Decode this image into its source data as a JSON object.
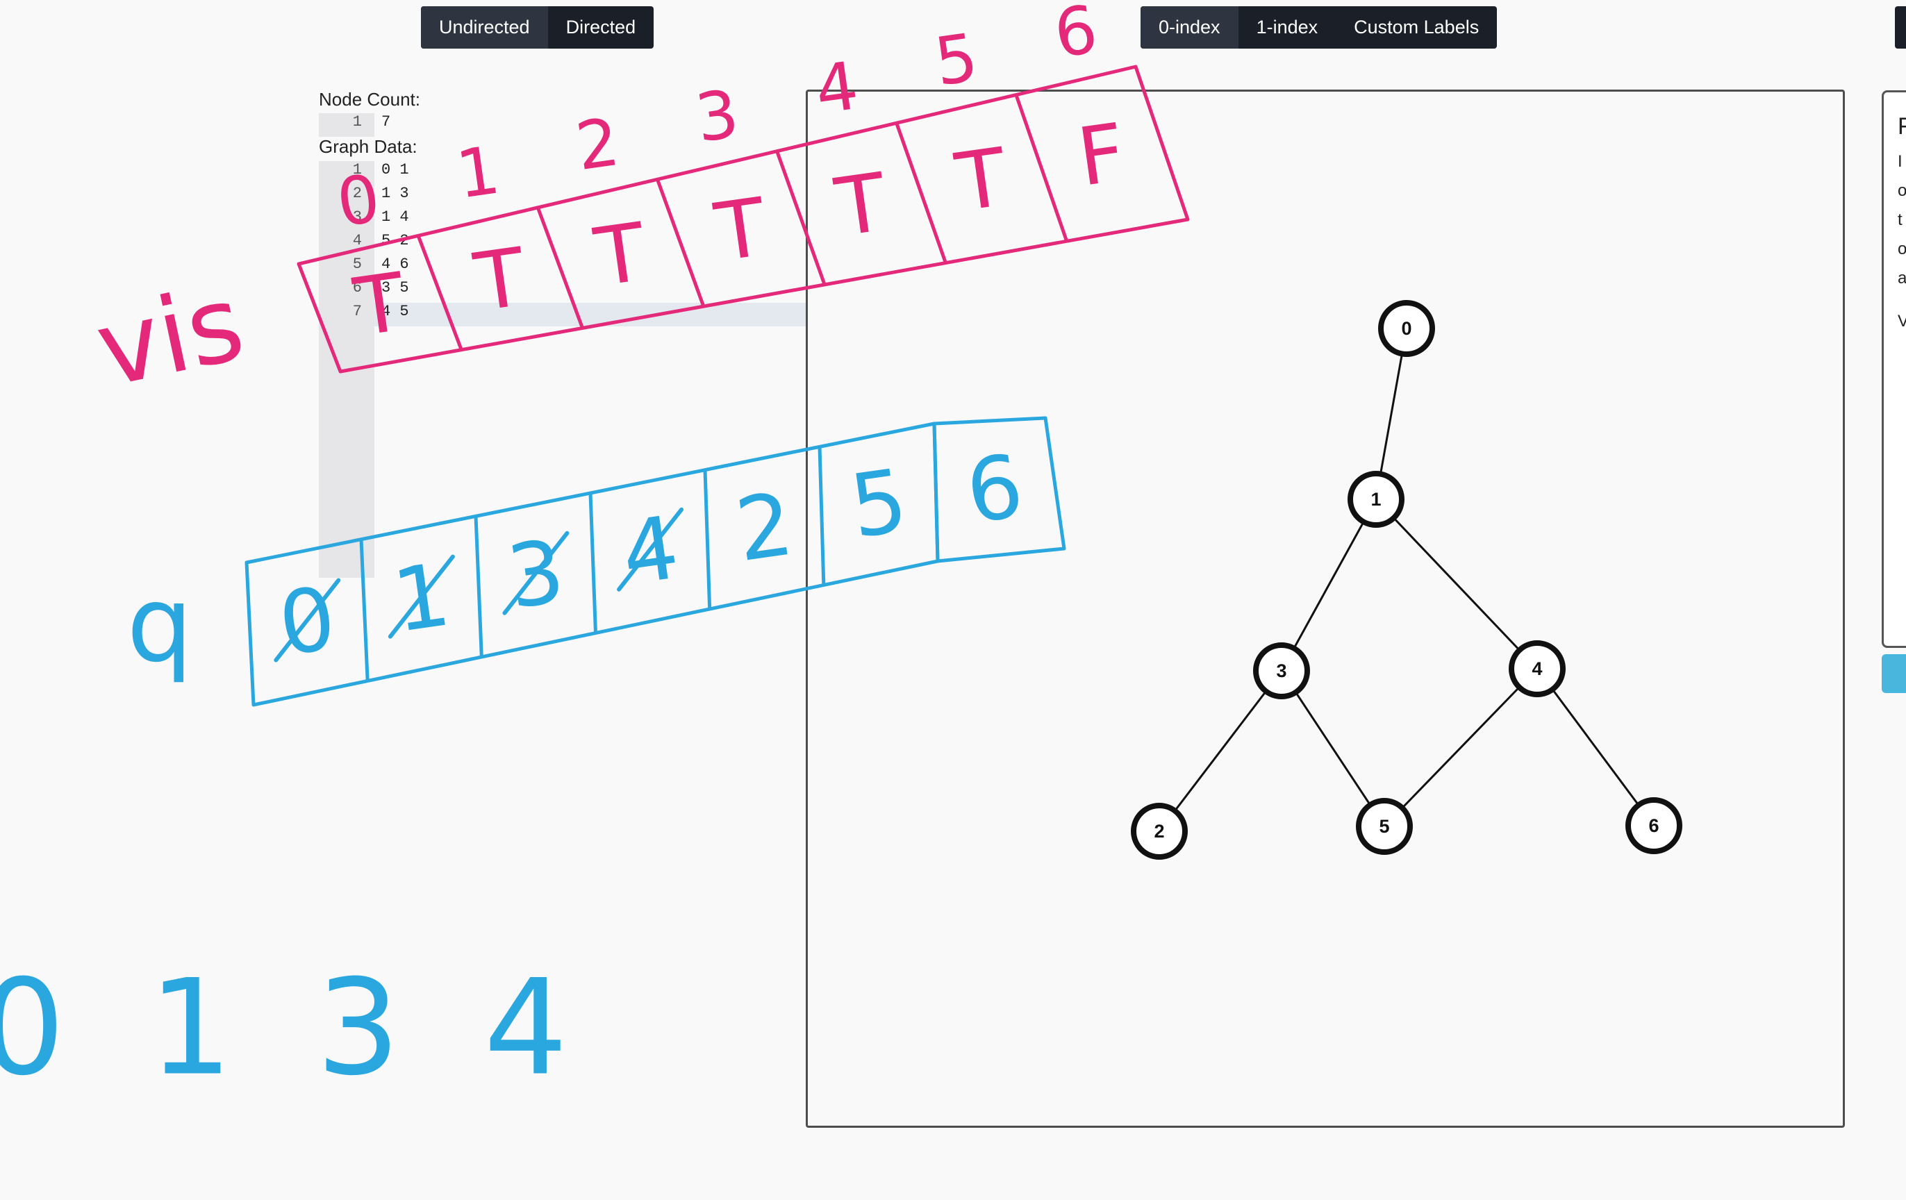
{
  "toolbar": {
    "direction_modes": [
      "Undirected",
      "Directed"
    ],
    "index_modes": [
      "0-index",
      "1-index",
      "Custom Labels"
    ]
  },
  "input": {
    "node_count_label": "Node Count:",
    "node_count_lines": [
      {
        "ln": "1",
        "text": "7"
      }
    ],
    "graph_data_label": "Graph Data:",
    "graph_data_lines": [
      {
        "ln": "1",
        "text": "0 1"
      },
      {
        "ln": "2",
        "text": "1 3"
      },
      {
        "ln": "3",
        "text": "1 4"
      },
      {
        "ln": "4",
        "text": "5 2"
      },
      {
        "ln": "5",
        "text": "4 6"
      },
      {
        "ln": "6",
        "text": "3 5"
      },
      {
        "ln": "7",
        "text": "4 5"
      }
    ]
  },
  "graph": {
    "nodes": [
      "0",
      "1",
      "2",
      "3",
      "4",
      "5",
      "6"
    ],
    "edges": [
      [
        "0",
        "1"
      ],
      [
        "1",
        "3"
      ],
      [
        "1",
        "4"
      ],
      [
        "3",
        "2"
      ],
      [
        "3",
        "5"
      ],
      [
        "4",
        "5"
      ],
      [
        "4",
        "6"
      ]
    ]
  },
  "annotations": {
    "vis": {
      "label": "vis",
      "indices": [
        "0",
        "1",
        "2",
        "3",
        "4",
        "5",
        "6"
      ],
      "cells": [
        "T",
        "T",
        "T",
        "T",
        "T",
        "T",
        "F"
      ]
    },
    "queue": {
      "label": "q",
      "cells": [
        "0",
        "1",
        "3",
        "4",
        "2",
        "5",
        "6"
      ],
      "crossed_out": [
        "0",
        "1",
        "3",
        "4"
      ]
    },
    "order_text": "0 1 3 4"
  },
  "side_panel": {
    "visible_chars": [
      "F",
      "I",
      "o",
      "t",
      "o",
      "a",
      "V"
    ]
  },
  "colors": {
    "vis_ink": "#e4287a",
    "queue_ink": "#2aa7df",
    "toolbar_bg": "#1b1f27",
    "toolbar_active": "#2e3440",
    "side_button": "#49b6de"
  }
}
